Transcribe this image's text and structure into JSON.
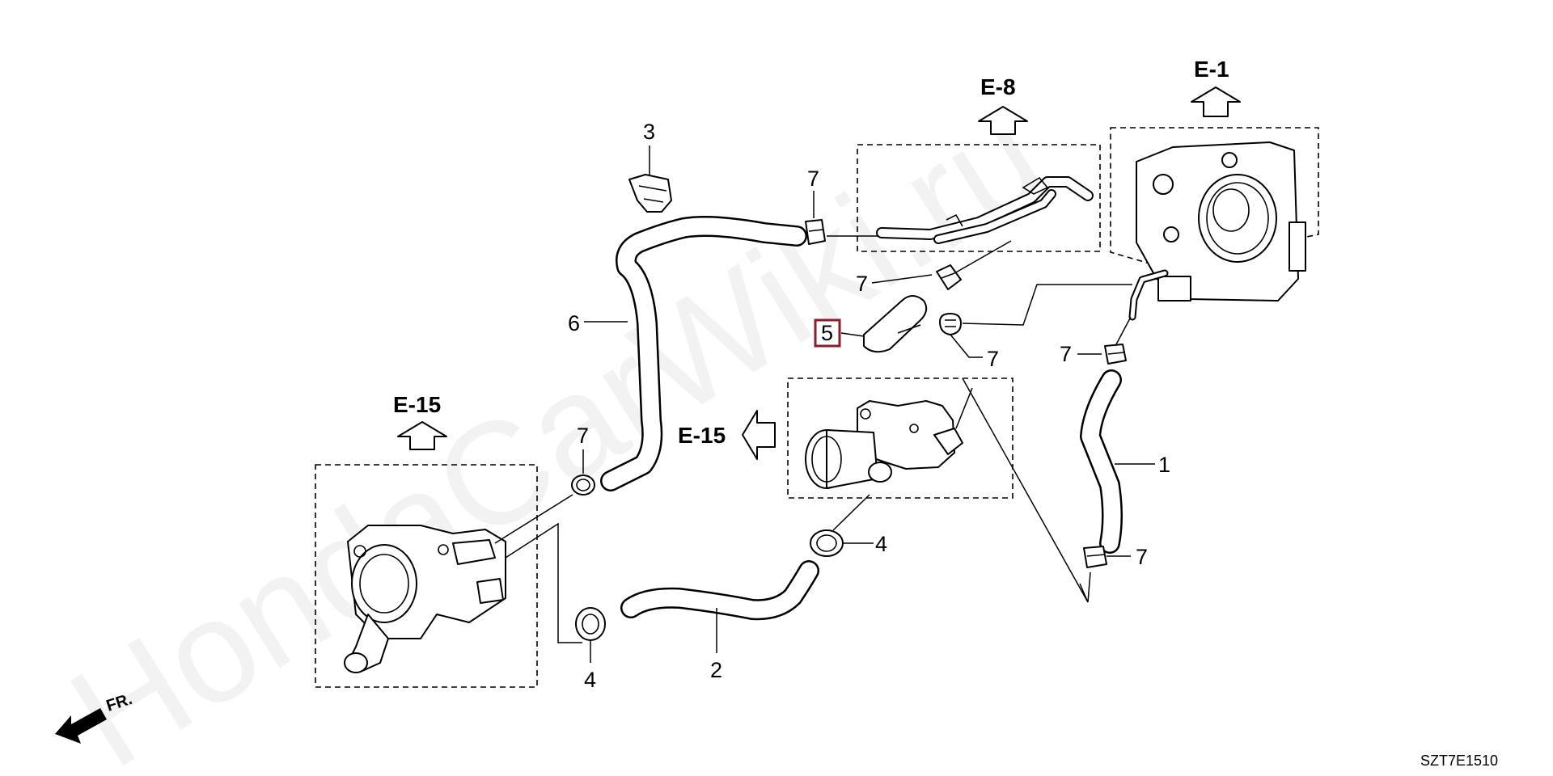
{
  "watermark": "HondaCarWiki.ru",
  "diagram_code": "SZT7E1510",
  "front_indicator": "FR.",
  "references": {
    "e1": "E-1",
    "e8": "E-8",
    "e15_left": "E-15",
    "e15_mid": "E-15"
  },
  "callouts": {
    "hose_1": "1",
    "hose_2": "2",
    "clip_3": "3",
    "clip_4_a": "4",
    "clip_4_b": "4",
    "hose_5": "5",
    "hose_6": "6",
    "clamp_7_a": "7",
    "clamp_7_b": "7",
    "clamp_7_c": "7",
    "clamp_7_d": "7",
    "clamp_7_e": "7",
    "clamp_7_f": "7"
  },
  "highlight_color": "#8b1c2c",
  "icons": {
    "ref_arrow": "hollow-arrow-icon",
    "front": "front-arrow-icon"
  }
}
